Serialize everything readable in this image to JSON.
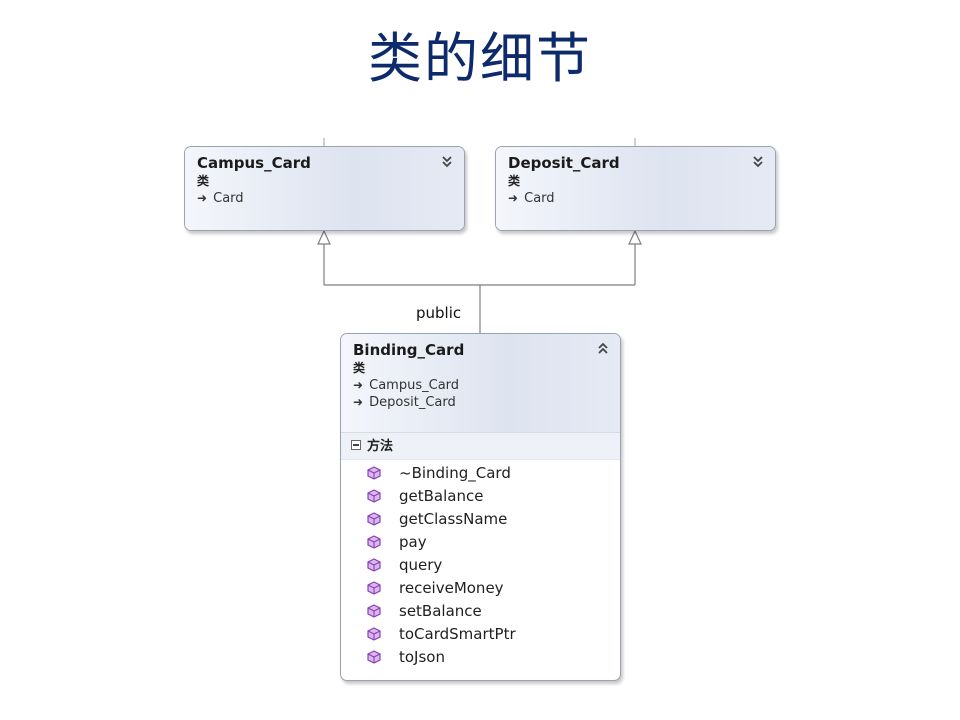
{
  "slide": {
    "title": "类的细节"
  },
  "diagram": {
    "relationship_label": "public",
    "classes": {
      "campus": {
        "name": "Campus_Card",
        "kind": "类",
        "base_arrow": "➜",
        "bases": [
          "Card"
        ],
        "toggle": "double-chevron-down-icon"
      },
      "deposit": {
        "name": "Deposit_Card",
        "kind": "类",
        "base_arrow": "➜",
        "bases": [
          "Card"
        ],
        "toggle": "double-chevron-down-icon"
      },
      "binding": {
        "name": "Binding_Card",
        "kind": "类",
        "base_arrow": "➜",
        "bases": [
          "Campus_Card",
          "Deposit_Card"
        ],
        "toggle": "double-chevron-up-icon",
        "methods_section": "方法",
        "methods": [
          "~Binding_Card",
          "getBalance",
          "getClassName",
          "pay",
          "query",
          "receiveMoney",
          "setBalance",
          "toCardSmartPtr",
          "toJson"
        ]
      }
    }
  },
  "colors": {
    "title": "#0d2a6b",
    "method_icon": "#8a3fb5",
    "connector": "#7f7f7f"
  }
}
